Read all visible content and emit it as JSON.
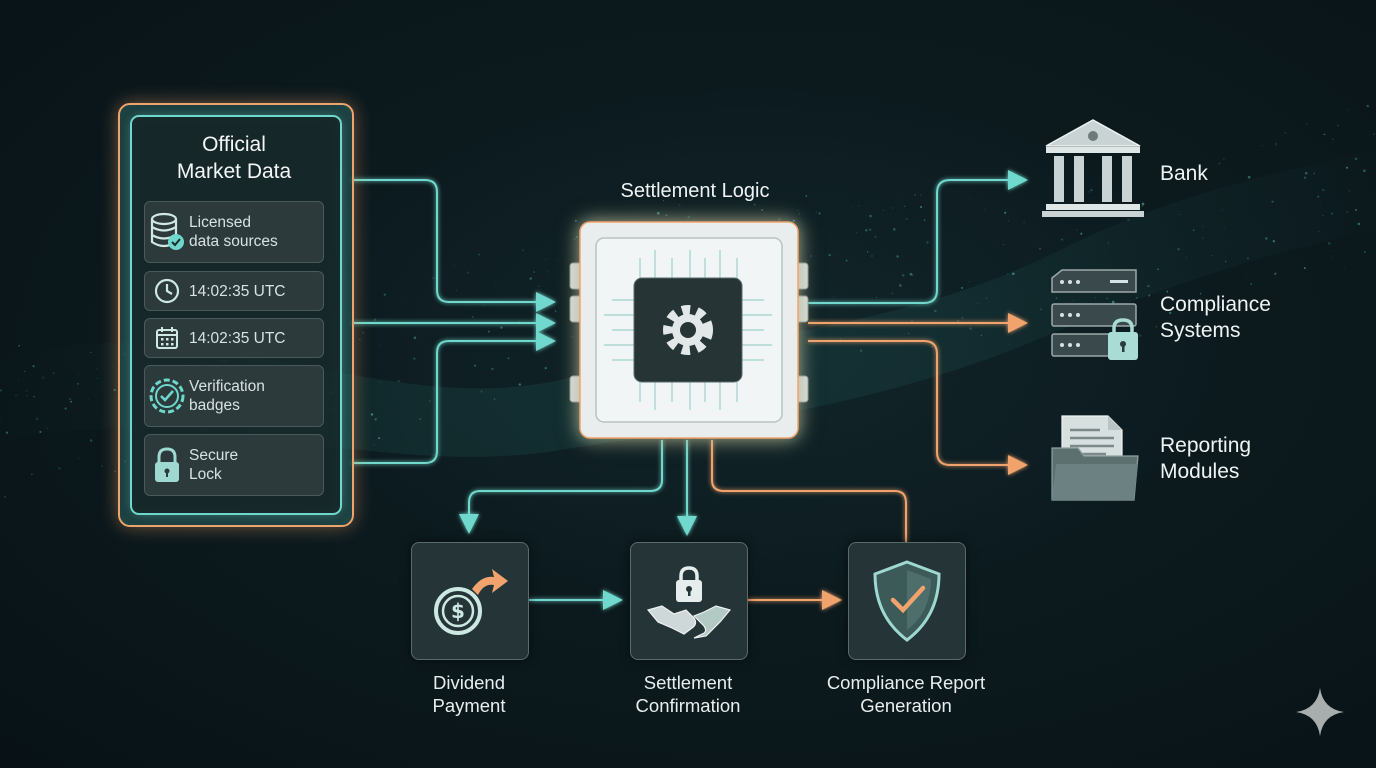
{
  "source_panel": {
    "title_line1": "Official",
    "title_line2": "Market Data",
    "rows": [
      {
        "icon": "database-check-icon",
        "line1": "Licensed",
        "line2": "data sources"
      },
      {
        "icon": "clock-icon",
        "line1": "14:02:35 UTC"
      },
      {
        "icon": "calendar-icon",
        "line1": "14:02:35 UTC"
      },
      {
        "icon": "verification-badge-icon",
        "line1": "Verification",
        "line2": "badges"
      },
      {
        "icon": "padlock-icon",
        "line1": "Secure",
        "line2": "Lock"
      }
    ]
  },
  "processor": {
    "title": "Settlement Logic",
    "icon": "gear-chip-icon"
  },
  "destinations": [
    {
      "icon": "bank-building-icon",
      "line1": "Bank"
    },
    {
      "icon": "server-lock-icon",
      "line1": "Compliance",
      "line2": "Systems"
    },
    {
      "icon": "document-folder-icon",
      "line1": "Reporting",
      "line2": "Modules"
    }
  ],
  "steps": [
    {
      "icon": "dividend-coin-icon",
      "line1": "Dividend",
      "line2": "Payment"
    },
    {
      "icon": "handshake-lock-icon",
      "line1": "Settlement",
      "line2": "Confirmation"
    },
    {
      "icon": "shield-check-icon",
      "line1": "Compliance Report",
      "line2": "Generation"
    }
  ],
  "colors": {
    "teal": "#6fd8cc",
    "orange": "#f0a36c",
    "background": "#0c1a1e"
  },
  "corner_icon": "sparkle-icon"
}
